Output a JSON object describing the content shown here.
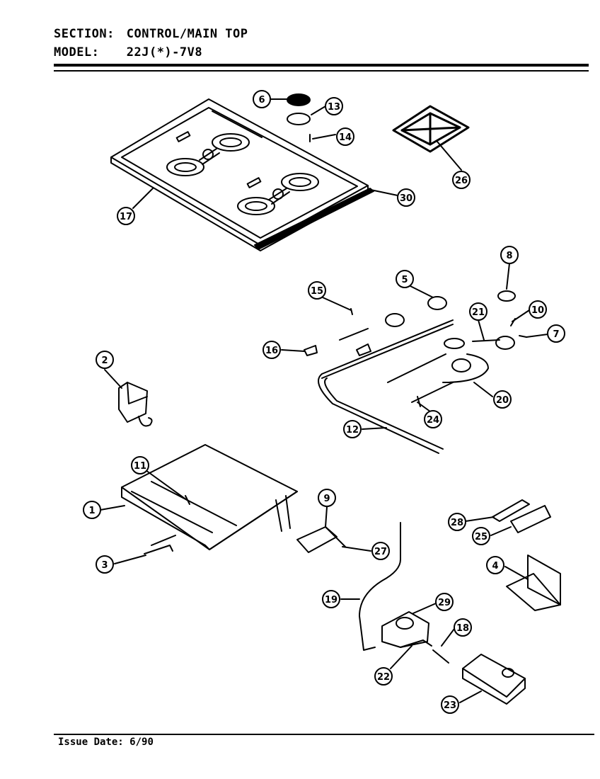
{
  "header": {
    "section_label": "SECTION:",
    "section_value": "CONTROL/MAIN TOP",
    "model_label": "MODEL:",
    "model_value": "22J(*)-7V8"
  },
  "callouts": [
    "6",
    "13",
    "14",
    "26",
    "17",
    "30",
    "8",
    "5",
    "15",
    "21",
    "10",
    "7",
    "16",
    "20",
    "24",
    "12",
    "2",
    "11",
    "1",
    "3",
    "9",
    "27",
    "28",
    "25",
    "4",
    "19",
    "29",
    "18",
    "22",
    "23"
  ],
  "footer": {
    "issue_label": "Issue Date:",
    "issue_value": "6/90"
  }
}
